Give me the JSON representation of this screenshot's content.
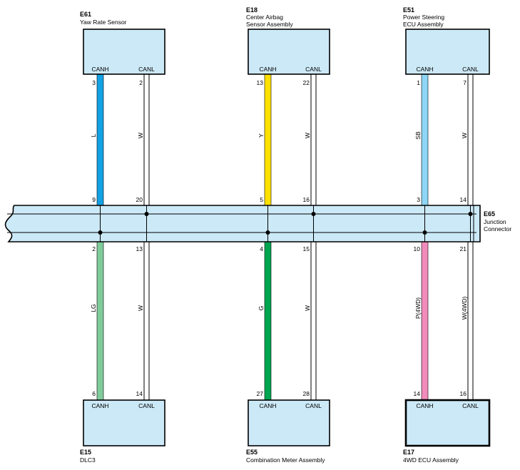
{
  "colors": {
    "connector_fill": "#cce9f7",
    "wire_L": "#12a2e4",
    "wire_Y": "#ffe000",
    "wire_SB": "#8dd6f5",
    "wire_LG": "#7fcc9a",
    "wire_G": "#00a550",
    "wire_P": "#f08bbb",
    "wire_W": "#ffffff"
  },
  "components": {
    "e61": {
      "code": "E61",
      "name_line1": "Yaw Rate Sensor",
      "canh": "CANH",
      "canl": "CANL"
    },
    "e18": {
      "code": "E18",
      "name_line1": "Center Airbag",
      "name_line2": "Sensor Assembly",
      "canh": "CANH",
      "canl": "CANL"
    },
    "e51": {
      "code": "E51",
      "name_line1": "Power Steering",
      "name_line2": "ECU Assembly",
      "canh": "CANH",
      "canl": "CANL"
    },
    "e15": {
      "code": "E15",
      "name_line1": "DLC3",
      "canh": "CANH",
      "canl": "CANL"
    },
    "e55": {
      "code": "E55",
      "name_line1": "Combination Meter Assembly",
      "canh": "CANH",
      "canl": "CANL"
    },
    "e17": {
      "code": "E17",
      "name_line1": "4WD ECU Assembly",
      "canh": "CANH",
      "canl": "CANL"
    },
    "e65": {
      "code": "E65",
      "name_line1": "Junction",
      "name_line2": "Connector"
    }
  },
  "wires": {
    "w1": {
      "color": "L",
      "pin_top": "3",
      "pin_bottom": "9"
    },
    "w2": {
      "color": "W",
      "pin_top": "2",
      "pin_bottom": "20"
    },
    "w3": {
      "color": "Y",
      "pin_top": "13",
      "pin_bottom": "5"
    },
    "w4": {
      "color": "W",
      "pin_top": "22",
      "pin_bottom": "16"
    },
    "w5": {
      "color": "SB",
      "pin_top": "1",
      "pin_bottom": "3"
    },
    "w6": {
      "color": "W",
      "pin_top": "7",
      "pin_bottom": "14"
    },
    "w7": {
      "color": "LG",
      "pin_top": "2",
      "pin_bottom": "6"
    },
    "w8": {
      "color": "W",
      "pin_top": "13",
      "pin_bottom": "14"
    },
    "w9": {
      "color": "G",
      "pin_top": "4",
      "pin_bottom": "27"
    },
    "w10": {
      "color": "W",
      "pin_top": "15",
      "pin_bottom": "28"
    },
    "w11": {
      "color": "P(4WD)",
      "pin_top": "10",
      "pin_bottom": "14"
    },
    "w12": {
      "color": "W(4WD)",
      "pin_top": "21",
      "pin_bottom": "16"
    }
  }
}
